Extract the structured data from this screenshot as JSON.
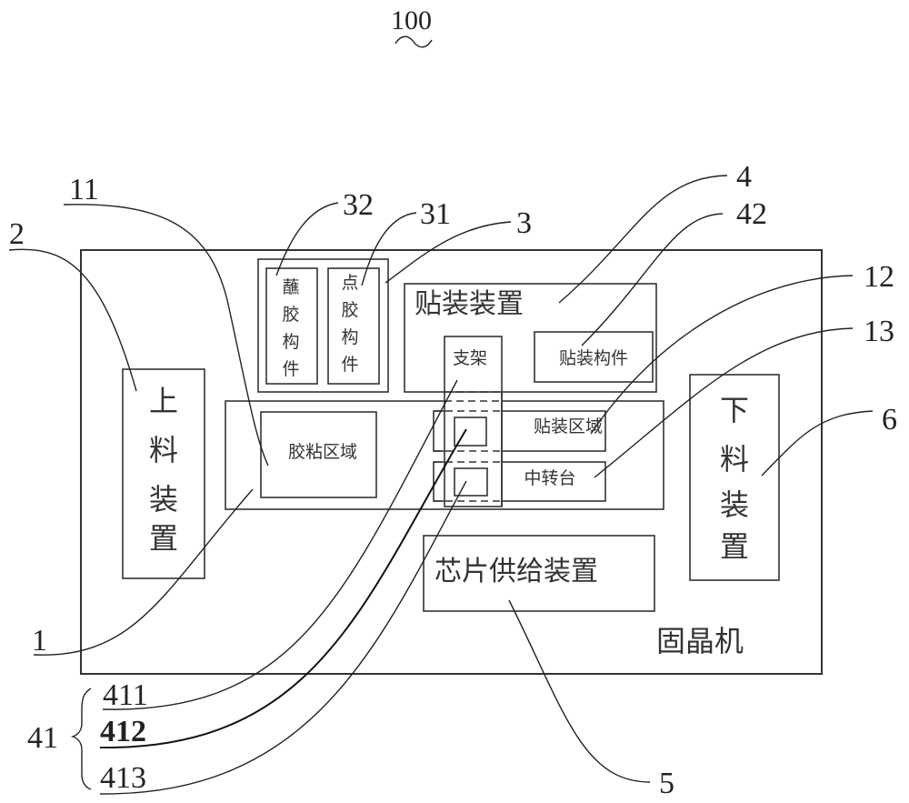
{
  "figure": {
    "figure_ref": "100",
    "machine_label": "固晶机",
    "components": {
      "loading_device": {
        "ref": "2",
        "label": "上料装置",
        "chars": [
          "上",
          "料",
          "装",
          "置"
        ]
      },
      "unloading_device": {
        "ref": "6",
        "label": "下料装置",
        "chars": [
          "下",
          "料",
          "装",
          "置"
        ]
      },
      "platform": {
        "ref": "1"
      },
      "glue_zone": {
        "ref": "11",
        "label": "胶粘区域"
      },
      "mount_zone": {
        "ref": "12",
        "label": "贴装区域"
      },
      "transfer_table": {
        "ref": "13",
        "label": "中转台"
      },
      "glue_device": {
        "ref": "3"
      },
      "glue_dispense_part": {
        "ref": "31",
        "label": "点胶构件",
        "chars": [
          "点",
          "胶",
          "构",
          "件"
        ]
      },
      "glue_dip_part": {
        "ref": "32",
        "label": "蘸胶构件",
        "chars": [
          "蘸",
          "胶",
          "构",
          "件"
        ]
      },
      "mount_device": {
        "ref": "4",
        "label": "贴装装置"
      },
      "mount_part": {
        "ref": "42",
        "label": "贴装构件"
      },
      "bracket": {
        "label": "支架"
      },
      "chip_supply_device": {
        "ref": "5",
        "label": "芯片供给装置"
      }
    },
    "group_41": {
      "ref": "41",
      "brace": "{",
      "members": [
        "411",
        "412",
        "413"
      ]
    }
  }
}
